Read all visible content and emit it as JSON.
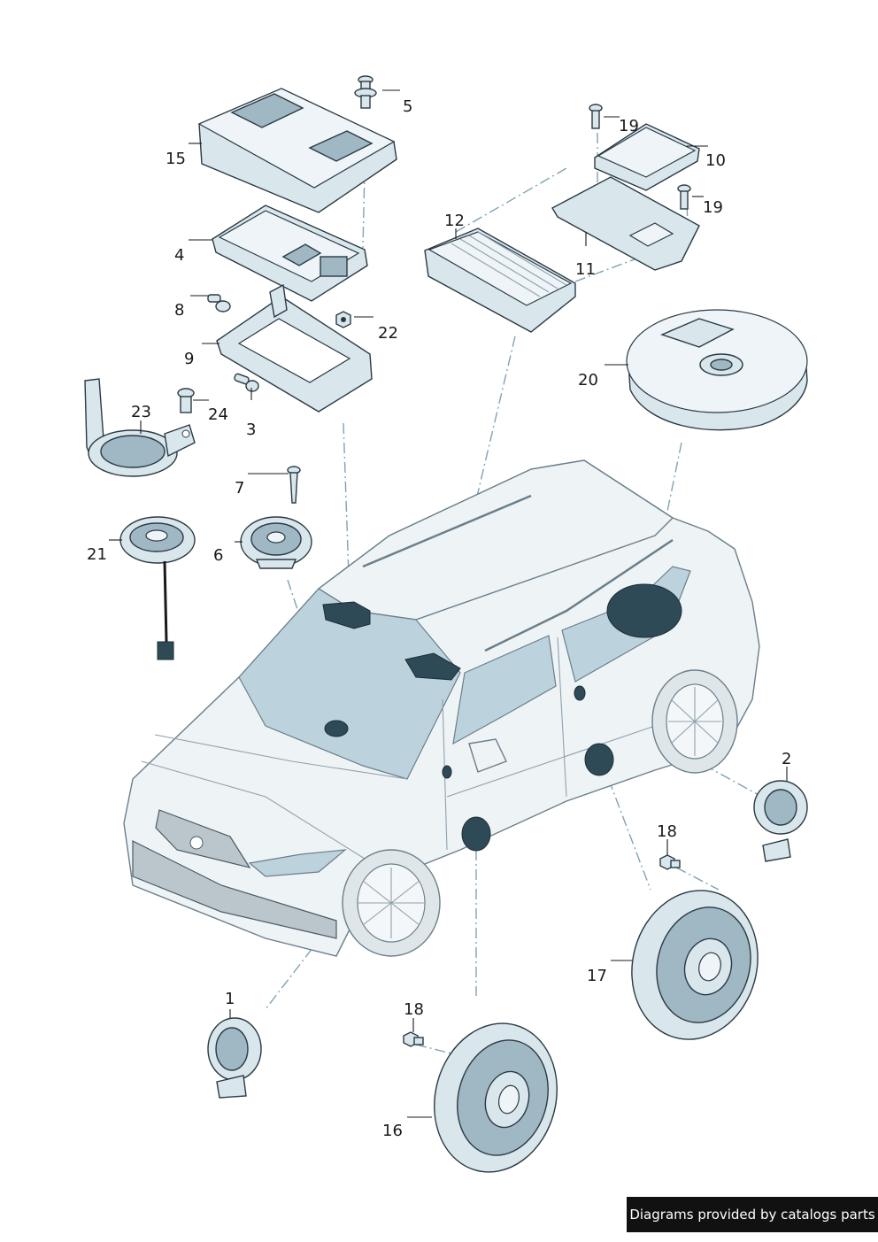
{
  "callouts": [
    {
      "id": "1",
      "text": "1"
    },
    {
      "id": "2",
      "text": "2"
    },
    {
      "id": "3",
      "text": "3"
    },
    {
      "id": "4",
      "text": "4"
    },
    {
      "id": "5",
      "text": "5"
    },
    {
      "id": "6",
      "text": "6"
    },
    {
      "id": "7",
      "text": "7"
    },
    {
      "id": "8",
      "text": "8"
    },
    {
      "id": "9",
      "text": "9"
    },
    {
      "id": "10",
      "text": "10"
    },
    {
      "id": "11",
      "text": "11"
    },
    {
      "id": "12",
      "text": "12"
    },
    {
      "id": "15",
      "text": "15"
    },
    {
      "id": "16",
      "text": "16"
    },
    {
      "id": "17",
      "text": "17"
    },
    {
      "id": "18a",
      "text": "18"
    },
    {
      "id": "18b",
      "text": "18"
    },
    {
      "id": "19a",
      "text": "19"
    },
    {
      "id": "19b",
      "text": "19"
    },
    {
      "id": "20",
      "text": "20"
    },
    {
      "id": "21",
      "text": "21"
    },
    {
      "id": "22",
      "text": "22"
    },
    {
      "id": "23",
      "text": "23"
    },
    {
      "id": "24",
      "text": "24"
    }
  ],
  "footer": {
    "text": "Diagrams provided by catalogs parts"
  },
  "colors": {
    "part_fill": "#d9e6ec",
    "mount_fill": "#2f4a57",
    "dash_line": "#7fa3b3",
    "footer_bg": "#111111"
  }
}
